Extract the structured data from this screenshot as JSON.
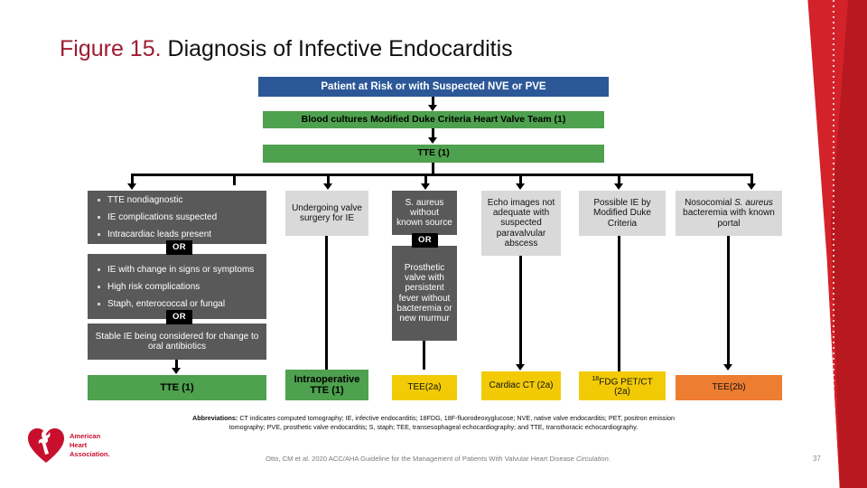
{
  "slide": {
    "title_figure": "Figure 15.",
    "title_text": "Diagnosis of Infective Endocarditis",
    "page_number": "37"
  },
  "colors": {
    "accent_red": "#9e1b32",
    "header_blue": "#2c5898",
    "green": "#4ea14e",
    "dark_gray": "#595959",
    "light_gray": "#d9d9d9",
    "yellow": "#f2cb06",
    "orange": "#ed7d31",
    "ribbon_red": "#d3222a"
  },
  "flow": {
    "header": "Patient at Risk or with Suspected NVE or PVE",
    "step2": "Blood cultures Modified Duke Criteria Heart Valve Team (1)",
    "step3": "TTE (1)",
    "or_label": "OR",
    "branches": [
      {
        "id": "col1",
        "style": "dark-gray",
        "blocks": [
          {
            "type": "bullets",
            "items": [
              "TTE nondiagnostic",
              "IE complications suspected",
              "Intracardiac leads present"
            ]
          },
          {
            "type": "bullets",
            "items": [
              "IE with change in signs or symptoms",
              "High risk complications",
              "Staph, enterococcal or fungal"
            ]
          },
          {
            "type": "text",
            "text": "Stable IE being considered for change to oral antibiotics"
          }
        ],
        "result": {
          "label": "TTE (1)",
          "style": "green"
        }
      },
      {
        "id": "col2",
        "style": "light-gray",
        "blocks": [
          {
            "type": "text",
            "text": "Undergoing valve surgery for IE"
          }
        ],
        "result": {
          "label": "Intraoperative TTE (1)",
          "style": "green"
        }
      },
      {
        "id": "col3",
        "style": "dark-gray",
        "blocks": [
          {
            "type": "text",
            "text": "S. aureus without known source"
          },
          {
            "type": "text",
            "text": "Prosthetic valve with persistent fever without bacteremia or new murmur"
          }
        ],
        "result": {
          "label": "TEE(2a)",
          "style": "yellow"
        }
      },
      {
        "id": "col4",
        "style": "light-gray",
        "blocks": [
          {
            "type": "text",
            "text": "Echo images not adequate with suspected paravalvular abscess"
          }
        ],
        "result": {
          "label": "Cardiac CT (2a)",
          "style": "yellow"
        }
      },
      {
        "id": "col5",
        "style": "light-gray",
        "blocks": [
          {
            "type": "text",
            "text": "Possible IE by Modified Duke Criteria"
          }
        ],
        "result": {
          "label": "FDG PET/CT (2a)",
          "label_sup": "18",
          "style": "yellow"
        }
      },
      {
        "id": "col6",
        "style": "light-gray",
        "blocks": [
          {
            "type": "text",
            "text": "Nosocomial S. aureus bacteremia with known portal"
          }
        ],
        "result": {
          "label": "TEE(2b)",
          "style": "orange"
        }
      }
    ]
  },
  "footer": {
    "abbrev_label": "Abbreviations:",
    "abbrev_text": "CT indicates computed tomography; IE, infective endocarditis; 18FDG, 18F-fluorodeoxyglucose; NVE, native valve endocarditis; PET, positron emission tomography; PVE, prosthetic valve endocarditis; S, staph; TEE, transesophageal echocardiography; and TTE, transthoracic echocardiography.",
    "citation_text": "Otto, CM et al. 2020 ACC/AHA Guideline for the Management of Patients With Valvular Heart Disease ",
    "citation_journal": "Circulation.",
    "logo_line1": "American",
    "logo_line2": "Heart",
    "logo_line3": "Association."
  }
}
